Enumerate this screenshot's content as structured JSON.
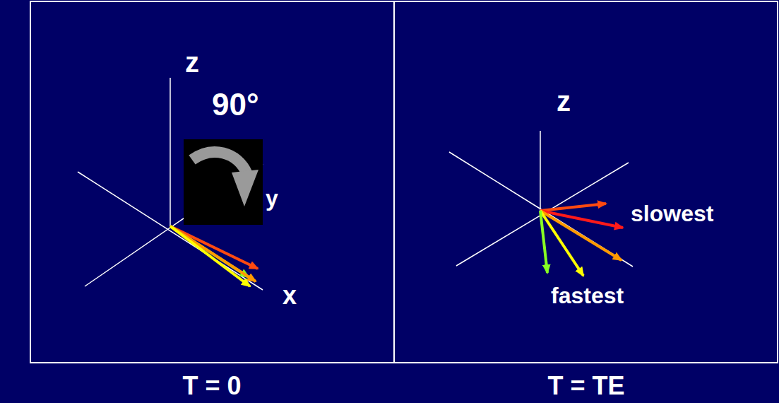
{
  "diagram": {
    "labels": [
      "z",
      "90°",
      "y",
      "x",
      "z",
      "slowest",
      "fastest",
      "T = 0",
      "T = TE"
    ]
  }
}
